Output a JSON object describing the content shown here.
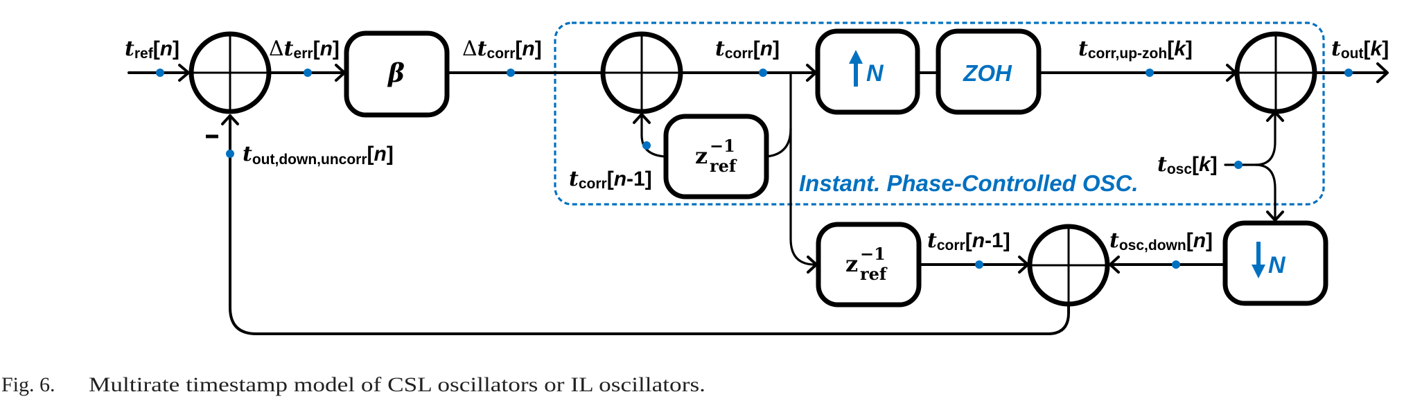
{
  "figure": {
    "caption_number": "Fig. 6.",
    "caption_text": "Multirate timestamp model of CSL oscillators or IL oscillators."
  },
  "colors": {
    "accent": "#0070C0",
    "line": "#000000"
  },
  "signals": {
    "t_ref": {
      "base": "t",
      "sub": "ref",
      "index": "n"
    },
    "dt_err": {
      "prefix": "Δ",
      "base": "t",
      "sub": "err",
      "index": "n"
    },
    "dt_corr": {
      "prefix": "Δ",
      "base": "t",
      "sub": "corr",
      "index": "n"
    },
    "t_corr": {
      "base": "t",
      "sub": "corr",
      "index": "n"
    },
    "t_corr_prev_loop": {
      "base": "t",
      "sub": "corr",
      "index": "n",
      "suffix": "-1"
    },
    "t_corr_up_zoh": {
      "base": "t",
      "sub": "corr,up-zoh",
      "index": "k"
    },
    "t_out": {
      "base": "t",
      "sub": "out",
      "index": "k"
    },
    "t_osc": {
      "base": "t",
      "sub": "osc",
      "index": "k"
    },
    "t_out_down_uncorr": {
      "base": "t",
      "sub": "out,down,uncorr",
      "index": "n"
    },
    "t_corr_prev_lower": {
      "base": "t",
      "sub": "corr",
      "index": "n",
      "suffix": "-1"
    },
    "t_osc_down": {
      "base": "t",
      "sub": "osc,down",
      "index": "n"
    }
  },
  "blocks": {
    "beta": {
      "label": "β"
    },
    "upsample": {
      "arrow": "up-arrow-icon",
      "label": "N"
    },
    "zoh": {
      "label": "ZOH"
    },
    "delay_loop": {
      "base": "z",
      "sup": "−1",
      "sub": "ref"
    },
    "delay_lower": {
      "base": "z",
      "sup": "−1",
      "sub": "ref"
    },
    "downsample": {
      "arrow": "down-arrow-icon",
      "label": "N"
    }
  },
  "summers": {
    "error_summer": {
      "minus_label": "−"
    }
  },
  "group": {
    "label": "Instant. Phase-Controlled OSC."
  },
  "brackets": {
    "open": "[",
    "close": "]"
  }
}
